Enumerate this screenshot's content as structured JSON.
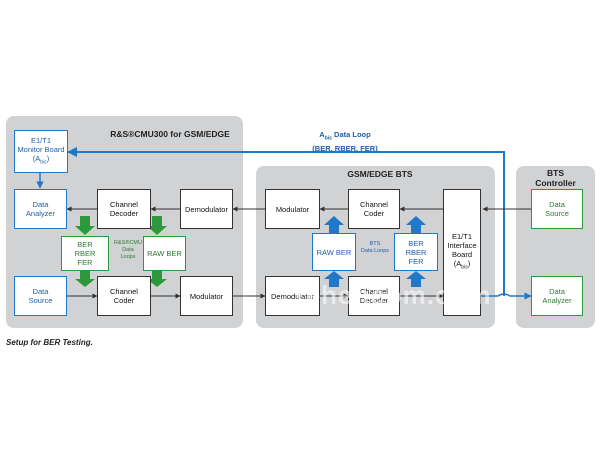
{
  "panels": {
    "cmu": "R&S®CMU300 for GSM/EDGE",
    "bts": "GSM/EDGE BTS",
    "ctrl_line1": "BTS",
    "ctrl_line2": "Controller"
  },
  "cmu": {
    "monitor_board": {
      "l1": "E1/T1",
      "l2": "Monitor Board",
      "l3a": "(A",
      "l3sub": "bis",
      "l3b": ")"
    },
    "data_analyzer": {
      "l1": "Data",
      "l2": "Analyzer"
    },
    "channel_decoder": {
      "l1": "Channel",
      "l2": "Decoder"
    },
    "demodulator": "Demodulator",
    "ber_box": {
      "l1": "BER",
      "l2": "RBER",
      "l3": "FER"
    },
    "loops_label": {
      "l1": "R&S®CMU",
      "l2": "Data",
      "l3": "Loops"
    },
    "raw_ber": "RAW BER",
    "data_source": {
      "l1": "Data",
      "l2": "Source"
    },
    "channel_coder": {
      "l1": "Channel",
      "l2": "Coder"
    },
    "modulator": "Modulator"
  },
  "bts": {
    "modulator": "Modulator",
    "channel_coder": {
      "l1": "Channel",
      "l2": "Coder"
    },
    "raw_ber": "RAW BER",
    "loops_label": {
      "l1": "BTS",
      "l2": "Data Loops"
    },
    "ber_box": {
      "l1": "BER",
      "l2": "RBER",
      "l3": "FER"
    },
    "interface_board": {
      "l1": "E1/T1",
      "l2": "Interface",
      "l3": "Board",
      "l4a": "(A",
      "l4sub": "bis",
      "l4b": ")"
    },
    "demodulator": "Demodulator",
    "channel_decoder": {
      "l1": "Channel",
      "l2": "Decoder"
    }
  },
  "controller": {
    "data_source": {
      "l1": "Data",
      "l2": "Source"
    },
    "data_analyzer": {
      "l1": "Data",
      "l2": "Analyzer"
    }
  },
  "abis_loop": {
    "l1a": "A",
    "l1sub": "bis",
    "l1b": " Data Loop",
    "l2": "(BER, RBER, FER)"
  },
  "caption": "Setup for BER Testing.",
  "watermark": "tehencom.com",
  "colors": {
    "panel": "#d1d2d4",
    "blue": "#1f78c8",
    "green": "#2c9a3c",
    "line": "#333333"
  }
}
